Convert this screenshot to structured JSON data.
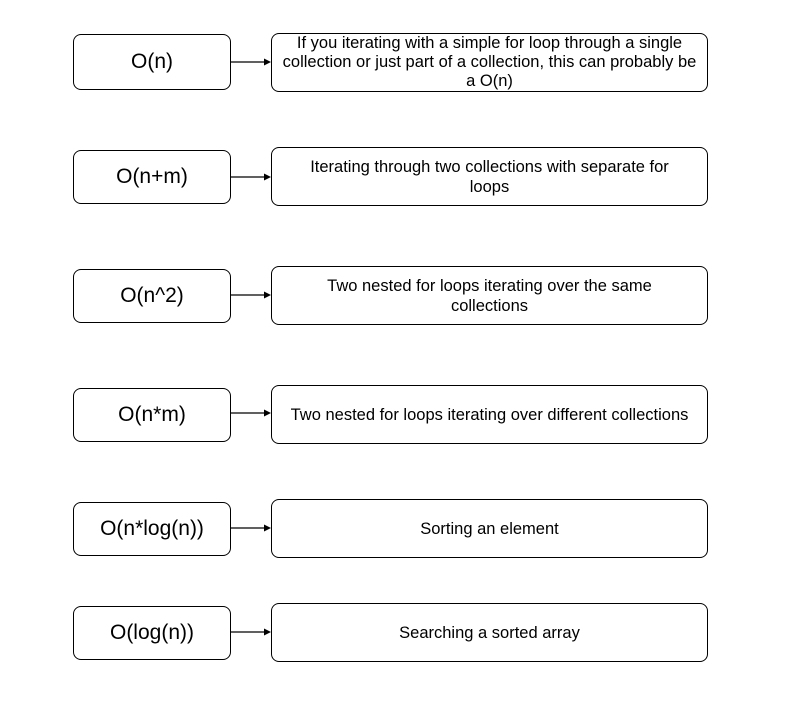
{
  "rows": [
    {
      "notation": "O(n)",
      "description": "If you iterating with a simple for loop through a single collection or just part of a collection, this can probably be a O(n)"
    },
    {
      "notation": "O(n+m)",
      "description": "Iterating through two collections with separate for loops"
    },
    {
      "notation": "O(n^2)",
      "description": "Two nested for loops iterating over the same collections"
    },
    {
      "notation": "O(n*m)",
      "description": "Two nested for loops iterating over different collections"
    },
    {
      "notation": "O(n*log(n))",
      "description": "Sorting an element"
    },
    {
      "notation": "O(log(n))",
      "description": "Searching a sorted array"
    }
  ]
}
